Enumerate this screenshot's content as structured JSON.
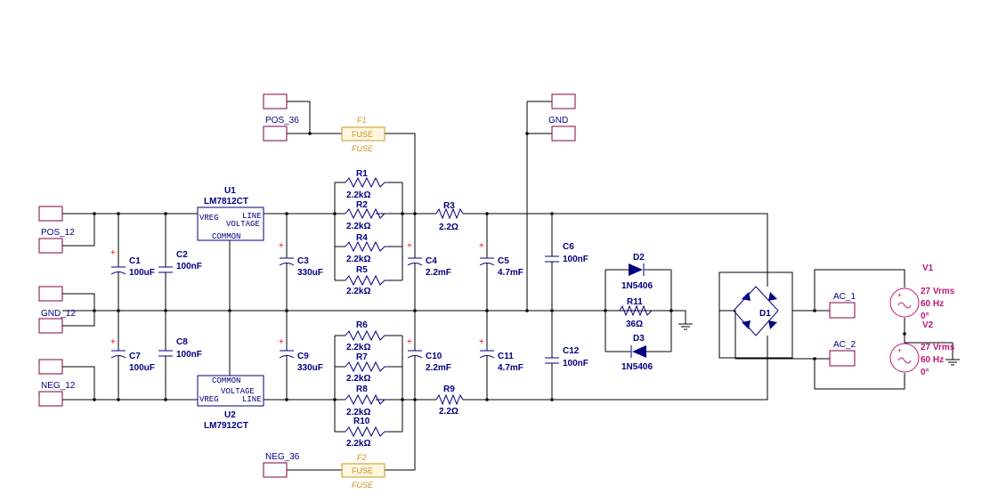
{
  "ports": {
    "pos36": "POS_36",
    "gnd": "GND",
    "pos12": "POS_12",
    "gnd12": "GND_12",
    "neg12": "NEG_12",
    "neg36": "NEG_36",
    "ac1": "AC_1",
    "ac2": "AC_2"
  },
  "fuses": {
    "f1": {
      "ref": "F1",
      "body": "FUSE",
      "type": "FUSE"
    },
    "f2": {
      "ref": "F2",
      "body": "FUSE",
      "type": "FUSE"
    }
  },
  "regulators": {
    "u1": {
      "ref": "U1",
      "part": "LM7812CT",
      "vreg": "VREG",
      "line": "LINE",
      "voltage": "VOLTAGE",
      "common": "COMMON"
    },
    "u2": {
      "ref": "U2",
      "part": "LM7912CT",
      "vreg": "VREG",
      "line": "LINE",
      "voltage": "VOLTAGE",
      "common": "COMMON"
    }
  },
  "resistors": {
    "r1": {
      "ref": "R1",
      "value": "2.2kΩ"
    },
    "r2": {
      "ref": "R2",
      "value": "2.2kΩ"
    },
    "r4": {
      "ref": "R4",
      "value": "2.2kΩ"
    },
    "r5": {
      "ref": "R5",
      "value": "2.2kΩ"
    },
    "r6": {
      "ref": "R6",
      "value": "2.2kΩ"
    },
    "r7": {
      "ref": "R7",
      "value": "2.2kΩ"
    },
    "r8": {
      "ref": "R8",
      "value": "2.2kΩ"
    },
    "r10": {
      "ref": "R10",
      "value": "2.2kΩ"
    },
    "r3": {
      "ref": "R3",
      "value": "2.2Ω"
    },
    "r9": {
      "ref": "R9",
      "value": "2.2Ω"
    },
    "r11": {
      "ref": "R11",
      "value": "36Ω"
    }
  },
  "capacitors": {
    "c1": {
      "ref": "C1",
      "value": "100uF"
    },
    "c2": {
      "ref": "C2",
      "value": "100nF"
    },
    "c3": {
      "ref": "C3",
      "value": "330uF"
    },
    "c4": {
      "ref": "C4",
      "value": "2.2mF"
    },
    "c5": {
      "ref": "C5",
      "value": "4.7mF"
    },
    "c6": {
      "ref": "C6",
      "value": "100nF"
    },
    "c7": {
      "ref": "C7",
      "value": "100uF"
    },
    "c8": {
      "ref": "C8",
      "value": "100nF"
    },
    "c9": {
      "ref": "C9",
      "value": "330uF"
    },
    "c10": {
      "ref": "C10",
      "value": "2.2mF"
    },
    "c11": {
      "ref": "C11",
      "value": "4.7mF"
    },
    "c12": {
      "ref": "C12",
      "value": "100nF"
    }
  },
  "diodes": {
    "d1": {
      "ref": "D1"
    },
    "d2": {
      "ref": "D2",
      "part": "1N5406"
    },
    "d3": {
      "ref": "D3",
      "part": "1N5406"
    }
  },
  "sources": {
    "v1": {
      "ref": "V1",
      "amplitude": "27 Vrms",
      "freq": "60 Hz",
      "phase": "0°"
    },
    "v2": {
      "ref": "V2",
      "amplitude": "27 Vrms",
      "freq": "60 Hz",
      "phase": "0°"
    }
  },
  "colors": {
    "wire": "#000000",
    "part": "#000080",
    "port_border": "#800040",
    "fuse": "#c8961e",
    "source": "#c0157a",
    "polarity": "#ff0000"
  }
}
